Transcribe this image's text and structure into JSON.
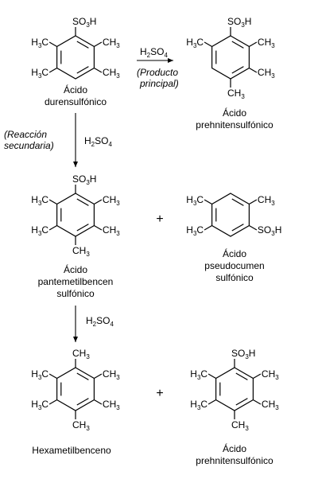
{
  "molecules": {
    "durene": {
      "caption": [
        "Ácido",
        "durensulfónico"
      ],
      "top": [
        "SO",
        "3",
        "H"
      ],
      "ul": [
        "H",
        "3",
        "C"
      ],
      "ur": [
        "CH",
        "3",
        ""
      ],
      "ll": [
        "H",
        "3",
        "C"
      ],
      "lr": [
        "CH",
        "3",
        ""
      ]
    },
    "prehnitene1": {
      "caption": [
        "Ácido",
        "prehnitensulfónico"
      ],
      "top": [
        "SO",
        "3",
        "H"
      ],
      "ul": [
        "H",
        "3",
        "C"
      ],
      "ur": [
        "CH",
        "3",
        ""
      ],
      "lr": [
        "CH",
        "3",
        ""
      ],
      "bottom": [
        "CH",
        "3",
        ""
      ]
    },
    "pentamethyl": {
      "caption": [
        "Ácido",
        "pantemetilbencen",
        "sulfónico"
      ],
      "top": [
        "SO",
        "3",
        "H"
      ],
      "ul": [
        "H",
        "3",
        "C"
      ],
      "ur": [
        "CH",
        "3",
        ""
      ],
      "ll": [
        "H",
        "3",
        "C"
      ],
      "lr": [
        "CH",
        "3",
        ""
      ],
      "bottom": [
        "CH",
        "3",
        ""
      ]
    },
    "pseudocumene": {
      "caption": [
        "Ácido",
        "pseudocumen",
        "sulfónico"
      ],
      "ul": [
        "H",
        "3",
        "C"
      ],
      "ur": [
        "CH",
        "3",
        ""
      ],
      "ll": [
        "H",
        "3",
        "C"
      ],
      "lr": [
        "SO",
        "3",
        "H"
      ]
    },
    "hexamethyl": {
      "caption": [
        "Hexametilbenceno"
      ],
      "top": [
        "CH",
        "3",
        ""
      ],
      "ul": [
        "H",
        "3",
        "C"
      ],
      "ur": [
        "CH",
        "3",
        ""
      ],
      "ll": [
        "H",
        "3",
        "C"
      ],
      "lr": [
        "CH",
        "3",
        ""
      ],
      "bottom": [
        "CH",
        "3",
        ""
      ]
    },
    "prehnitene2": {
      "caption": [
        "Ácido",
        "prehnitensulfónico"
      ],
      "top": [
        "SO",
        "3",
        "H"
      ],
      "ul": [
        "H",
        "3",
        "C"
      ],
      "ur": [
        "CH",
        "3",
        ""
      ],
      "ll": [
        "H",
        "3",
        "C"
      ],
      "lr": [
        "CH",
        "3",
        ""
      ],
      "bottom": [
        "CH",
        "3",
        ""
      ]
    }
  },
  "arrows": {
    "a1": {
      "reagent": [
        "H",
        "2",
        "SO",
        "4"
      ],
      "note": [
        "(Producto",
        "principal)"
      ]
    },
    "a2": {
      "reagent": [
        "H",
        "2",
        "SO",
        "4"
      ],
      "note": [
        "(Reacción",
        "secundaria)"
      ]
    },
    "a3": {
      "reagent": [
        "H",
        "2",
        "SO",
        "4"
      ],
      "note": []
    }
  },
  "plus_sign": "+"
}
